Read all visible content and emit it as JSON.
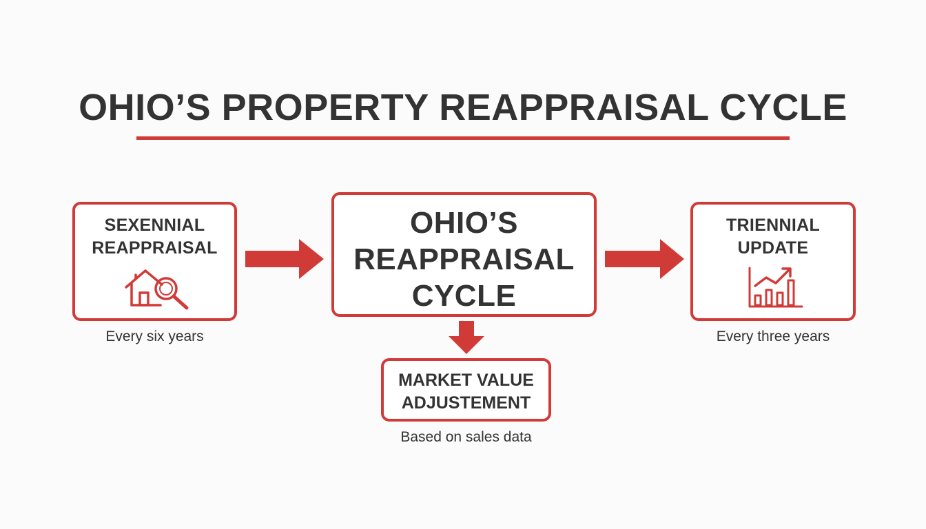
{
  "title": "OHIO’S PROPERTY REAPPRAISAL CYCLE",
  "colors": {
    "accent": "#d13b37",
    "text": "#333333",
    "background": "#fbfbfb"
  },
  "nodes": {
    "sexennial": {
      "label_line1": "SEXENNIAL",
      "label_line2": "REAPPRAISAL",
      "icon": "house-magnifier-icon",
      "caption": "Every six years"
    },
    "center": {
      "label_line1": "OHIO’S",
      "label_line2": "REAPPRAISAL",
      "label_line3": "CYCLE"
    },
    "triennial": {
      "label_line1": "TRIENNIAL",
      "label_line2": "UPDATE",
      "icon": "bar-chart-trend-icon",
      "caption": "Every three years"
    },
    "market": {
      "label_line1": "MARKET VALUE",
      "label_line2": "ADJUSTEMENT",
      "caption": "Based on sales data"
    }
  },
  "edges": [
    {
      "from": "sexennial",
      "to": "center",
      "icon": "arrow-right-icon"
    },
    {
      "from": "center",
      "to": "triennial",
      "icon": "arrow-right-icon"
    },
    {
      "from": "center",
      "to": "market",
      "icon": "arrow-down-icon"
    }
  ]
}
